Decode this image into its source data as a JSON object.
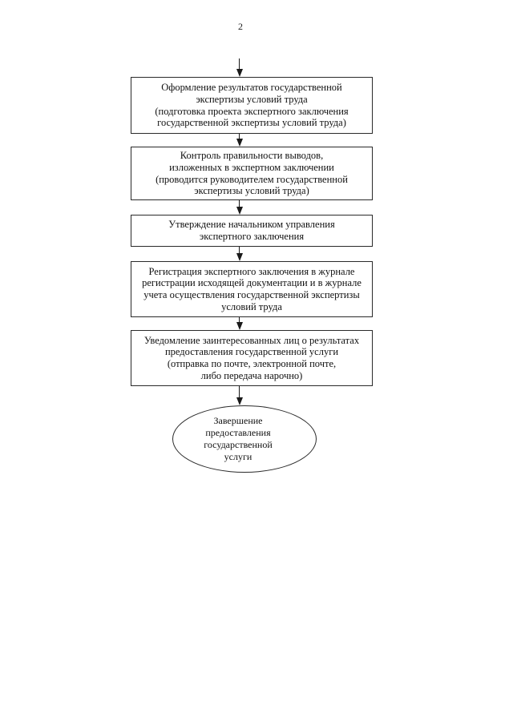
{
  "page": {
    "number": "2"
  },
  "flowchart": {
    "steps": [
      {
        "name": "oформление-результатов",
        "lines": [
          "Оформление результатов государственной",
          "экспертизы условий труда",
          "(подготовка проекта экспертного заключения",
          "государственной экспертизы условий труда)"
        ]
      },
      {
        "name": "контроль-правильности",
        "lines": [
          "Контроль правильности выводов,",
          "изложенных в экспертном заключении",
          "(проводится руководителем государственной",
          "экспертизы условий труда)"
        ]
      },
      {
        "name": "утверждение",
        "lines": [
          "Утверждение начальником управления",
          "экспертного заключения"
        ]
      },
      {
        "name": "регистрация",
        "lines": [
          "Регистрация экспертного заключения в журнале",
          "регистрации исходящей документации и в журнале",
          "учета осуществления государственной экспертизы",
          "условий труда"
        ]
      },
      {
        "name": "уведомление",
        "lines": [
          "Уведомление заинтересованных лиц о результатах",
          "предоставления государственной услуги",
          "(отправка по почте, электронной почте,",
          "либо передача нарочно)"
        ]
      }
    ],
    "terminator": {
      "lines": [
        "Завершение",
        "предоставления",
        "государственной",
        "услуги"
      ]
    },
    "colors": {
      "border": "#2a2a2a",
      "text": "#111111",
      "arrow": "#1a1a1a",
      "background": "#ffffff"
    }
  }
}
